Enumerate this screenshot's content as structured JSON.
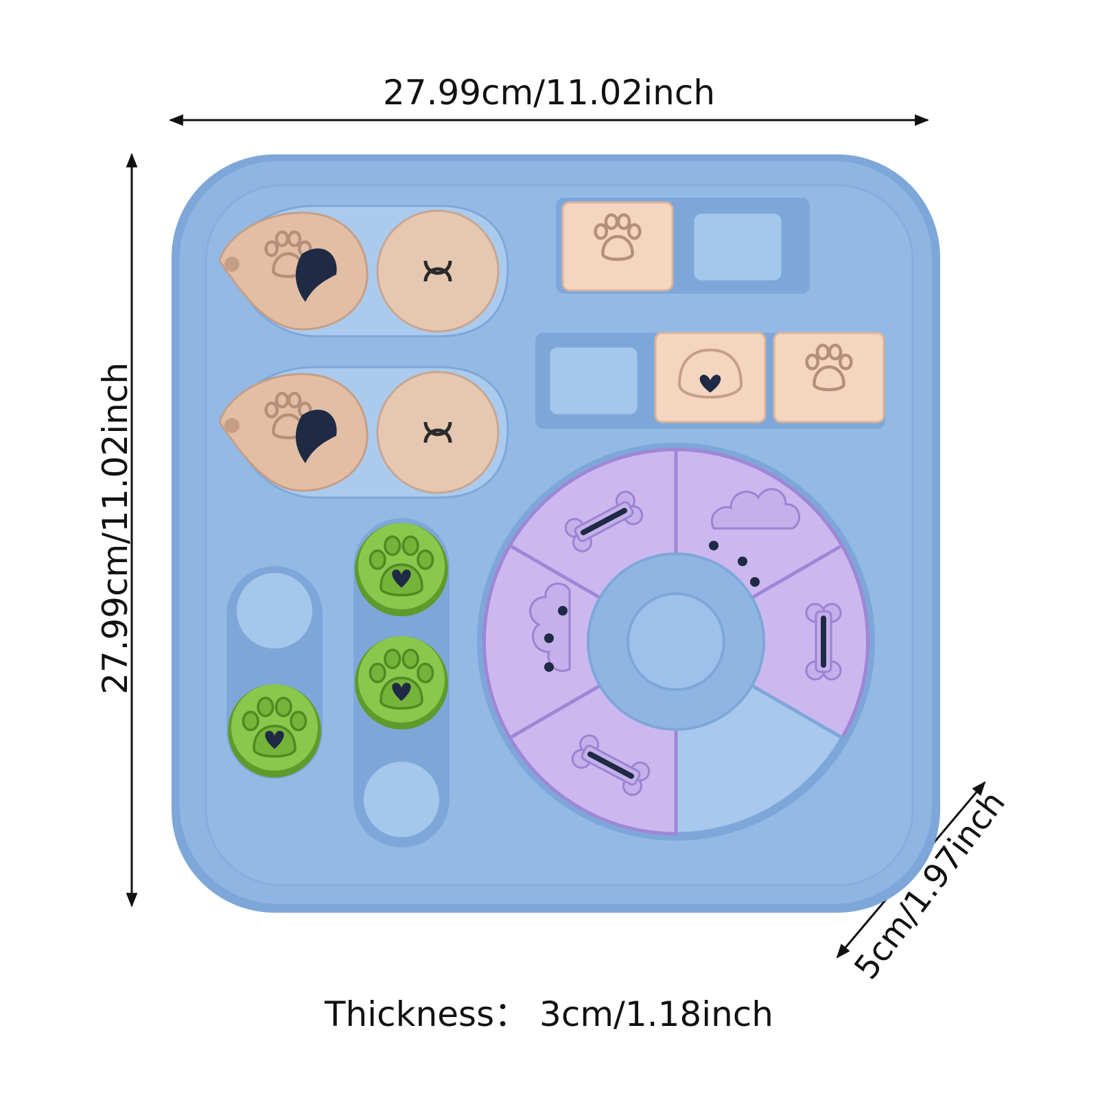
{
  "dimensions": {
    "width_label": "27.99cm/11.02inch",
    "height_label": "27.99cm/11.02inch",
    "depth_label": "5cm/1.97inch",
    "thickness_label": "Thickness：  3cm/1.18inch"
  },
  "colors": {
    "board": "#8fb6e3",
    "board_edge": "#6f97c8",
    "well": "#b7d2ef",
    "beige": "#f3d5c0",
    "beige_dark": "#d9b39c",
    "lilac": "#c9b6ee",
    "lilac_dark": "#9f87d6",
    "green": "#8cc74d",
    "green_dark": "#5f9a2c",
    "slot_dark": "#1f2a44"
  },
  "icons": [
    "paw-icon",
    "heart-icon",
    "bone-icon",
    "cloud-icon",
    "arrow-icon"
  ]
}
